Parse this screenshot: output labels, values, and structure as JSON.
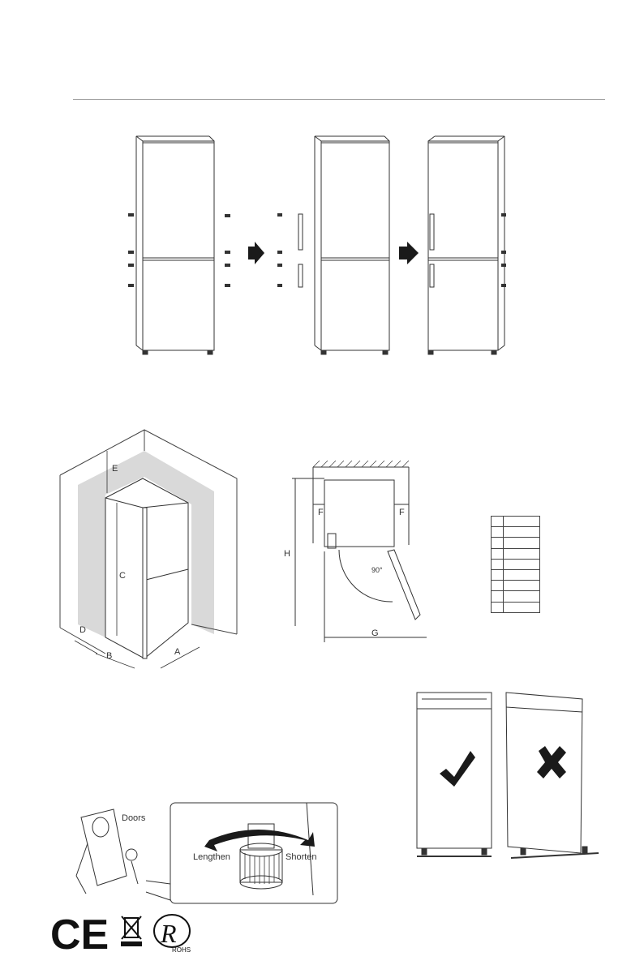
{
  "installation_figure": {
    "labels": {
      "a": "A",
      "b": "B",
      "c": "C",
      "d": "D",
      "e": "E"
    }
  },
  "door_swing_figure": {
    "labels": {
      "f_left": "F",
      "f_right": "F",
      "g": "G",
      "h": "H",
      "angle": "90°"
    }
  },
  "space_table": {
    "rows": 9,
    "columns": 2
  },
  "leveling_figure": {
    "doors_label": "Doors",
    "lengthen_label": "Lengthen",
    "shorten_label": "Shorten"
  },
  "level_check_figure": {
    "correct_icon": "checkmark-icon",
    "wrong_icon": "cross-icon"
  },
  "compliance_marks": {
    "ce": "CE",
    "weee": "crossed-out-wheelie-bin-icon",
    "rohs_letter": "R",
    "rohs_text": "ROHS"
  },
  "colors": {
    "line": "#333333",
    "rule": "#9a9a9a",
    "shade": "#d9d9d9",
    "arrow": "#1a1a1a"
  }
}
